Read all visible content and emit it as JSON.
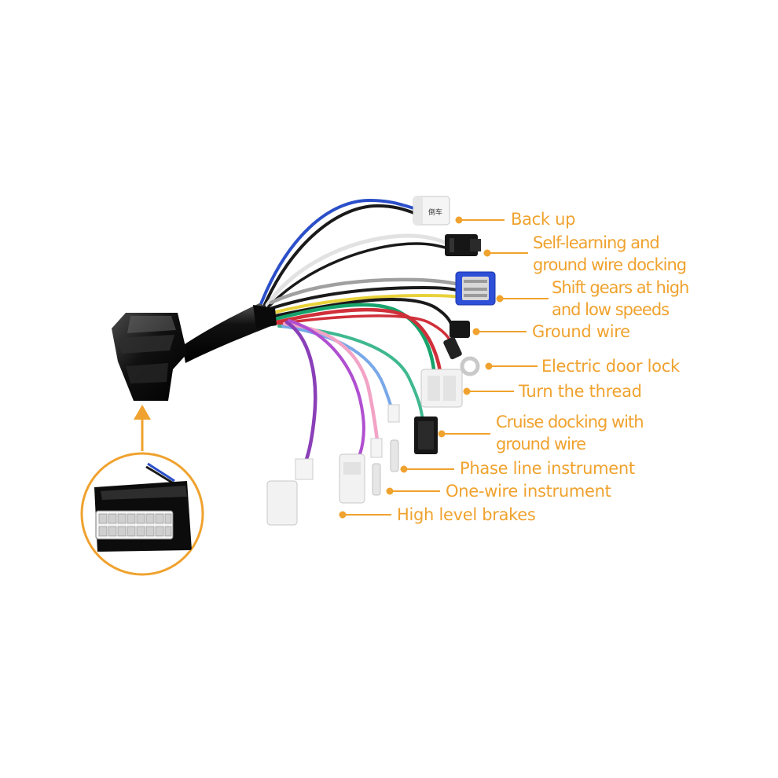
{
  "colors": {
    "accent": "#f0a22e",
    "wire_blue": "#2b4fc9",
    "wire_black": "#1a1a1a",
    "wire_white": "#f4f4f4",
    "wire_gray": "#9a9a9a",
    "wire_yellow": "#e8d23a",
    "wire_green": "#17a36b",
    "wire_red": "#d0303a",
    "wire_purple": "#8a3fb8",
    "wire_pink": "#f2a3c6",
    "wire_lightblue": "#79a8e8",
    "wire_lightgreen": "#3fb890"
  },
  "connector_text": {
    "reverse_tag": "倒车"
  },
  "labels": [
    {
      "id": "back-up",
      "lines": [
        "Back up"
      ]
    },
    {
      "id": "self-learning",
      "lines": [
        "Self-learning and",
        "ground wire docking"
      ]
    },
    {
      "id": "shift-gears",
      "lines": [
        "Shift gears at high",
        "and low speeds"
      ]
    },
    {
      "id": "ground-wire",
      "lines": [
        "Ground wire"
      ]
    },
    {
      "id": "electric-door-lock",
      "lines": [
        "Electric door lock"
      ]
    },
    {
      "id": "turn-the-thread",
      "lines": [
        "Turn the thread"
      ]
    },
    {
      "id": "cruise-docking",
      "lines": [
        "Cruise docking with",
        "ground wire"
      ]
    },
    {
      "id": "phase-line",
      "lines": [
        "Phase line instrument"
      ]
    },
    {
      "id": "one-wire",
      "lines": [
        "One-wire instrument"
      ]
    },
    {
      "id": "high-level-brakes",
      "lines": [
        "High level brakes"
      ]
    }
  ]
}
